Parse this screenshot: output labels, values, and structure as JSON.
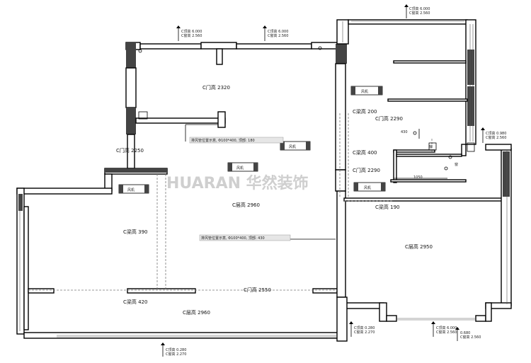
{
  "levels": {
    "top_left_a": "C顶高 6.000",
    "top_left_b": "C窗高 2.560",
    "top_mid_a": "C顶高 6.000",
    "top_mid_b": "C窗高 2.560",
    "top_right_a": "C顶高 6.000",
    "top_right_b": "C窗高 2.560",
    "right_a": "C顶高 0.980",
    "right_b": "C窗高 2.560",
    "bottom_left_a": "C顶高 0.280",
    "bottom_left_b": "C窗高 2.270",
    "bottom_mid_a": "C顶高 0.280",
    "bottom_mid_b": "C窗高 2.270",
    "bottom_right_a": "C顶高 6.000",
    "bottom_right_b": "C窗高 2.560",
    "bottom_right_c": "0.680",
    "bottom_right_d": "C窗高 2.560"
  },
  "heights": {
    "door_320": "C门高 2320",
    "door_250": "C门高 2250",
    "ceiling_960_center": "C层高 2960",
    "ceiling_960_bottom": "C层高 2960",
    "ceiling_950_right": "C层高 2950",
    "beam_390": "C梁高 390",
    "beam_420": "C梁高 420",
    "door_550": "C门高 2550",
    "beam_200": "C梁高 200",
    "door_290_a": "C门高 2290",
    "beam_400": "C梁高 400",
    "door_290_b": "C门高 2290",
    "beam_190": "C梁高 190"
  },
  "units": {
    "wind_label": "风机"
  },
  "notes": {
    "pipe_note_top": "排风管位置示意, Φ100*400, 顶部: 180",
    "pipe_note_mid": "排风管位置示意, Φ100*400, 顶部: 430"
  },
  "dimensions": {
    "d430": "430",
    "d1050": "1050",
    "side_a": "窗",
    "side_b": "窗"
  },
  "watermark": "HUARAN 华然装饰"
}
